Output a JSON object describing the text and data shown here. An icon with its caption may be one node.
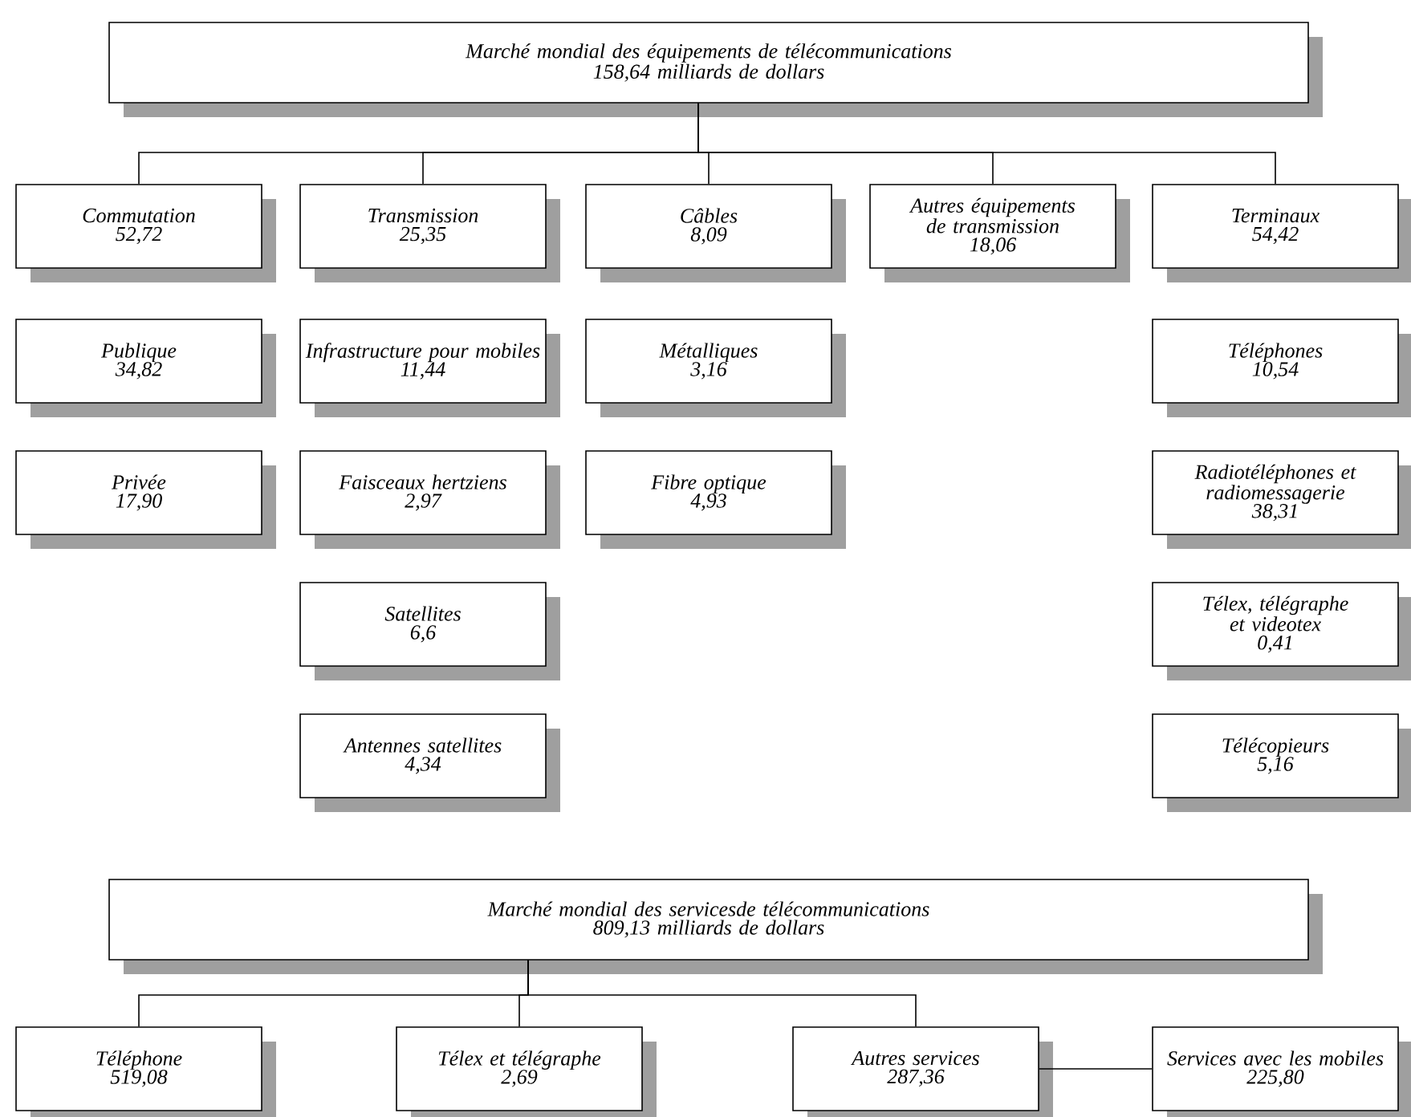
{
  "diagram": {
    "nodes": [
      {
        "text": [
          "Marché mondial des équipements de télécommunications",
          "158,64 milliards de dollars"
        ]
      },
      {
        "text": [
          "Commutation",
          "52,72"
        ]
      },
      {
        "text": [
          "Transmission",
          "25,35"
        ]
      },
      {
        "text": [
          "Câbles",
          "8,09"
        ]
      },
      {
        "text": [
          "Autres équipements de transmission",
          "18,06"
        ]
      },
      {
        "text": [
          "Terminaux",
          "54,42"
        ]
      },
      {
        "text": [
          "Publique",
          "34,82"
        ]
      },
      {
        "text": [
          "Infrastructure pour mobiles",
          "11,44"
        ]
      },
      {
        "text": [
          "Métalliques",
          "3,16"
        ]
      },
      {
        "text": [
          "Téléphones",
          "10,54"
        ]
      },
      {
        "text": [
          "Privée",
          "17,90"
        ]
      },
      {
        "text": [
          "Faisceaux hertziens",
          "2,97"
        ]
      },
      {
        "text": [
          "Fibre optique",
          "4,93"
        ]
      },
      {
        "text": [
          "Radiotéléphones et radiomessagerie",
          "38,31"
        ]
      },
      {
        "text": [
          "Satellites",
          "6,6"
        ]
      },
      {
        "text": [
          "Télex, télégraphe et videotex",
          "0,41"
        ]
      },
      {
        "text": [
          "Antennes satellites",
          "4,34"
        ]
      },
      {
        "text": [
          "Télécopieurs",
          "5,16"
        ]
      },
      {
        "text": [
          "Marché mondial des servicesde télécommunications",
          "809,13 milliards de dollars"
        ]
      },
      {
        "text": [
          "Téléphone",
          "519,08"
        ]
      },
      {
        "text": [
          "Télex et télégraphe",
          "2,69"
        ]
      },
      {
        "text": [
          "Autres services",
          "287,36"
        ]
      },
      {
        "text": [
          "Services avec les mobiles",
          "225,80"
        ]
      }
    ],
    "edges": [
      {
        "from": 0,
        "to": 1,
        "arrow": "none"
      },
      {
        "from": 0,
        "to": 2,
        "arrow": "none"
      },
      {
        "from": 0,
        "to": 3,
        "arrow": "none"
      },
      {
        "from": 0,
        "to": 4,
        "arrow": "none"
      },
      {
        "from": 0,
        "to": 5,
        "arrow": "none"
      },
      {
        "from": 18,
        "to": 19,
        "arrow": "none"
      },
      {
        "from": 18,
        "to": 20,
        "arrow": "none"
      },
      {
        "from": 18,
        "to": 21,
        "arrow": "none"
      },
      {
        "from": 21,
        "to": 22,
        "arrow": "none"
      }
    ]
  }
}
